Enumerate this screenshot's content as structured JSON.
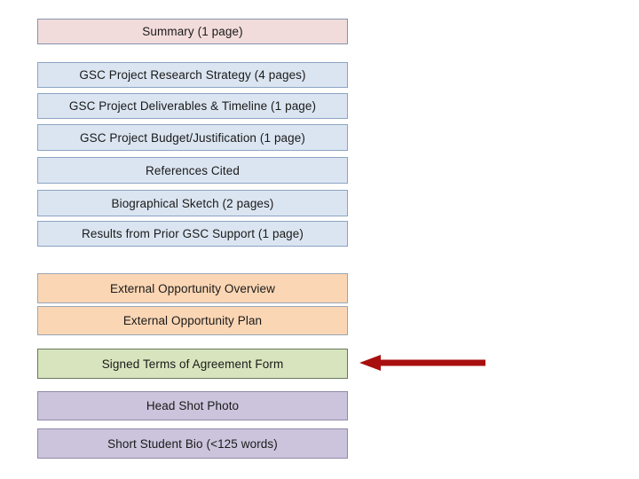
{
  "slide": {
    "background_color": "#ffffff",
    "boxes": [
      {
        "label": "Summary (1 page)",
        "group": "summary",
        "fill": "#f2dcdb"
      },
      {
        "label": "GSC Project Research Strategy (4 pages)",
        "group": "gsc-core",
        "fill": "#dbe5f1"
      },
      {
        "label": "GSC Project Deliverables & Timeline (1 page)",
        "group": "gsc-core",
        "fill": "#dbe5f1"
      },
      {
        "label": "GSC Project Budget/Justification (1 page)",
        "group": "gsc-core",
        "fill": "#dbe5f1"
      },
      {
        "label": "References Cited",
        "group": "gsc-core",
        "fill": "#dbe5f1"
      },
      {
        "label": "Biographical Sketch (2 pages)",
        "group": "gsc-core",
        "fill": "#dbe5f1"
      },
      {
        "label": "Results from Prior GSC Support (1 page)",
        "group": "gsc-core",
        "fill": "#dbe5f1"
      },
      {
        "label": "External Opportunity Overview",
        "group": "external",
        "fill": "#fbd6b4"
      },
      {
        "label": "External Opportunity Plan",
        "group": "external",
        "fill": "#fbd6b4"
      },
      {
        "label": "Signed Terms of Agreement Form",
        "group": "agreement",
        "fill": "#d7e4bd"
      },
      {
        "label": "Head Shot Photo",
        "group": "student",
        "fill": "#ccc4dc"
      },
      {
        "label": "Short Student Bio (<125 words)",
        "group": "student",
        "fill": "#ccc4dc"
      }
    ],
    "arrow": {
      "color": "#a80f0f",
      "direction": "left",
      "target_label": "Signed Terms of Agreement Form"
    }
  }
}
